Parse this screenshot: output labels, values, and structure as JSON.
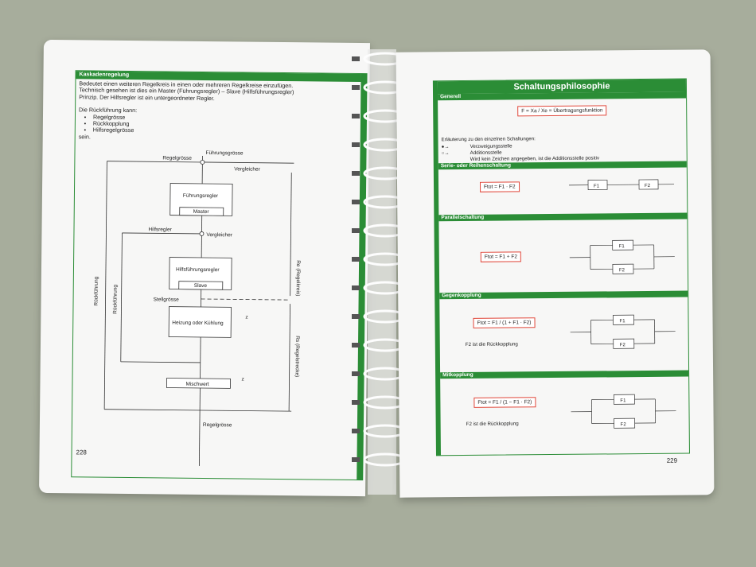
{
  "left": {
    "header": "Kaskadenregelung",
    "intro_lines": [
      "Bedeutet einen weiteren Regelkreis in einen oder mehreren Regelkreise einzufügen.",
      "Technisch gesehen ist dies ein Master (Führungsregler) – Slave (Hilfsführungsregler)",
      "Prinzip. Der Hilfsregler ist ein untergeordneter Regler."
    ],
    "feedback_intro": "Die Rückführung kann:",
    "feedback_items": [
      "Regelgrösse",
      "Rückkopplung",
      "Hilfsregelgrösse"
    ],
    "feedback_outro": "sein.",
    "diagram": {
      "fuehrungsgroesse": "Führungsgrösse",
      "regelgroesse_in": "Regelgrösse",
      "vergleicher1": "Vergleicher",
      "fuehrungsregler": "Führungsregler",
      "master": "Master",
      "hilfsregler": "Hilfsregler",
      "vergleicher2": "Vergleicher",
      "hilfsfuehrungsregler": "Hilfsführungsregler",
      "slave": "Slave",
      "stellgroesse": "Stellgrösse",
      "heizung": "Heizung oder Kühlung",
      "mischwert": "Mischwert",
      "regelgroesse_out": "Regelgrösse",
      "rueckfuehrung1": "Rückführung",
      "rueckfuehrung2": "Rückführung",
      "regelkreis": "Re (Regelkreis)",
      "regelstrecke": "Rs (Regelstrecke)",
      "z1": "z",
      "z2": "z"
    },
    "page_number": "228"
  },
  "right": {
    "title": "Schaltungsphilosophie",
    "sections": {
      "generell": "Generell",
      "serie": "Serie- oder Reihenschaltung",
      "parallel": "Parallelschaltung",
      "gegen": "Gegenkopplung",
      "mit": "Mitkopplung"
    },
    "generell_formula": "F = Xa / Xe = Übertragungsfunktion",
    "explanation_intro": "Erläuterung zu den einzelnen Schaltungen:",
    "legend": [
      {
        "symbol": "●→",
        "text": "Verzweigungsstelle"
      },
      {
        "symbol": "○→",
        "text": "Additionsstelle"
      }
    ],
    "legend_note": "Wird kein Zeichen angegeben, ist die Additionsstelle positiv",
    "serie_formula": "Ftot = F1 · F2",
    "parallel_formula": "Ftot = F1 + F2",
    "gegen_formula": "Ftot = F1 / (1 + F1 · F2)",
    "gegen_note": "F2 ist die Rückkopplung",
    "mit_formula": "Ftot = F1 / (1 − F1 · F2)",
    "mit_note": "F2 ist die Rückkopplung",
    "blocks": {
      "f1": "F1",
      "f2": "F2"
    },
    "page_number": "229"
  }
}
